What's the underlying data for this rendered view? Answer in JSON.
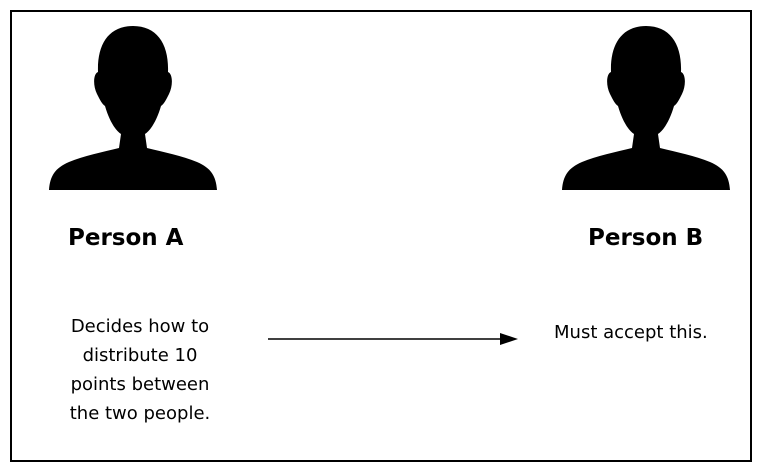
{
  "person_a": {
    "name": "Person A",
    "icon": "person-silhouette-icon",
    "description_lines": [
      "Decides how to",
      "distribute 10",
      "points between",
      "the two people."
    ]
  },
  "person_b": {
    "name": "Person B",
    "icon": "person-silhouette-icon",
    "description": "Must accept this."
  },
  "colors": {
    "silhouette": "#000000",
    "background": "#ffffff",
    "text": "#000000"
  }
}
